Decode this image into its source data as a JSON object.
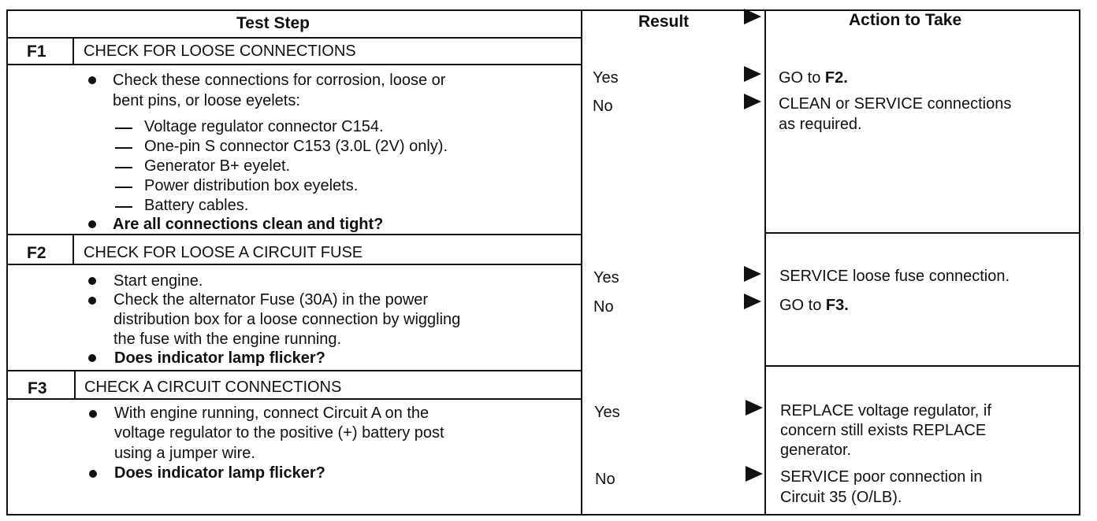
{
  "header": {
    "test_step": "Test Step",
    "result": "Result",
    "action": "Action to Take"
  },
  "steps": [
    {
      "code": "F1",
      "title": "CHECK FOR LOOSE CONNECTIONS",
      "bullet1": "Check these connections for corrosion, loose or",
      "bullet1b": "bent pins, or loose eyelets:",
      "dashes": [
        "Voltage regulator connector C154.",
        "One-pin S connector C153 (3.0L (2V) only).",
        "Generator B+ eyelet.",
        "Power distribution box eyelets.",
        "Battery cables."
      ],
      "question": "Are all connections clean and tight?",
      "yes": "Yes",
      "no": "No",
      "yes_action_pre": "GO to",
      "yes_action_bold": "F2.",
      "no_action_1": "CLEAN or SERVICE connections",
      "no_action_2": "as required."
    },
    {
      "code": "F2",
      "title": "CHECK FOR LOOSE A CIRCUIT FUSE",
      "bullet1": "Start engine.",
      "bullet2_1": "Check the alternator Fuse (30A) in the power",
      "bullet2_2": "distribution box for a loose connection by wiggling",
      "bullet2_3": "the fuse with the engine running.",
      "question": "Does indicator lamp flicker?",
      "yes": "Yes",
      "no": "No",
      "yes_action": "SERVICE loose fuse connection.",
      "no_action_pre": "GO to",
      "no_action_bold": "F3."
    },
    {
      "code": "F3",
      "title": "CHECK A CIRCUIT CONNECTIONS",
      "bullet1_1": "With engine running, connect Circuit A on the",
      "bullet1_2": "voltage regulator to the positive (+) battery post",
      "bullet1_3": "using a jumper wire.",
      "question": "Does indicator lamp flicker?",
      "yes": "Yes",
      "no": "No",
      "yes_action_1": "REPLACE voltage regulator, if",
      "yes_action_2": "concern still exists REPLACE",
      "yes_action_3": "generator.",
      "no_action_1": "SERVICE poor connection in",
      "no_action_2": "Circuit 35 (O/LB)."
    }
  ]
}
